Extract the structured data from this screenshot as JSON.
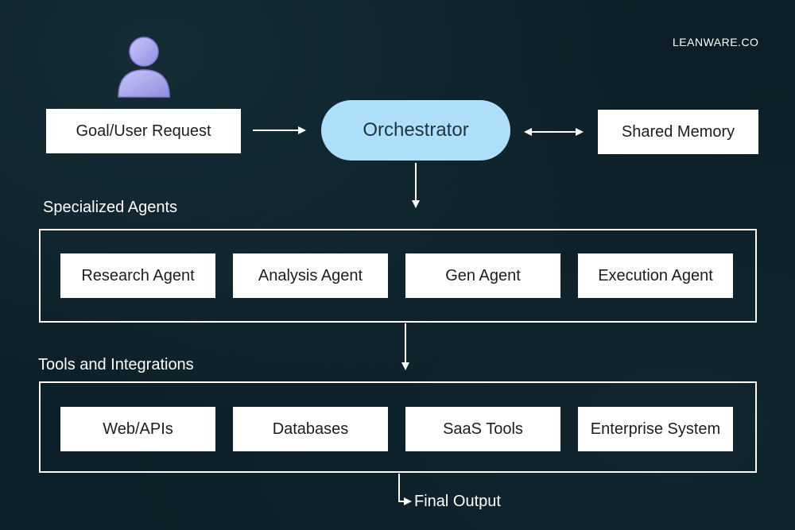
{
  "brand": "LEANWARE.CO",
  "input": {
    "label": "Goal/User Request",
    "icon": "user-icon"
  },
  "orchestrator": {
    "label": "Orchestrator",
    "color": "#aee0fb"
  },
  "memory": {
    "label": "Shared Memory"
  },
  "agents": {
    "title": "Specialized Agents",
    "items": [
      "Research Agent",
      "Analysis Agent",
      "Gen Agent",
      "Execution Agent"
    ]
  },
  "tools": {
    "title": "Tools and Integrations",
    "items": [
      "Web/APIs",
      "Databases",
      "SaaS Tools",
      "Enterprise System"
    ]
  },
  "output": {
    "label": "Final Output"
  },
  "colors": {
    "background": "#0c1f28",
    "box": "#ffffff",
    "avatar": "#b3b2f0"
  }
}
